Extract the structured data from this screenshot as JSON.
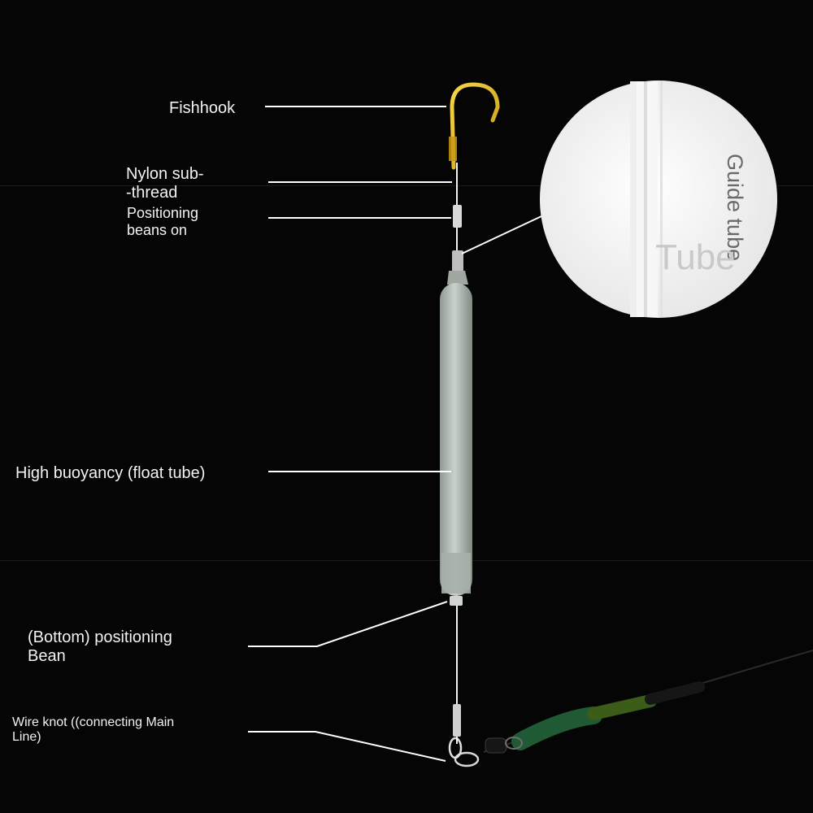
{
  "labels": {
    "fishhook": "Fishhook",
    "nylon_sub_thread": "Nylon sub-\n-thread",
    "positioning_beans": "Positioning\nbeans on",
    "float_tube": "High buoyancy (float tube)",
    "bottom_bean": "(Bottom) positioning\nBean",
    "wire_knot": "Wire knot ((connecting Main\nLine)"
  },
  "magnifier": {
    "guide_tube": "Guide tube",
    "tube": "Tube"
  },
  "colors": {
    "background": "#050505",
    "hook": "#e8c21a",
    "float": "#b9c4bc",
    "leader_line": "#ffffff",
    "main_line": "#1f5a35"
  }
}
